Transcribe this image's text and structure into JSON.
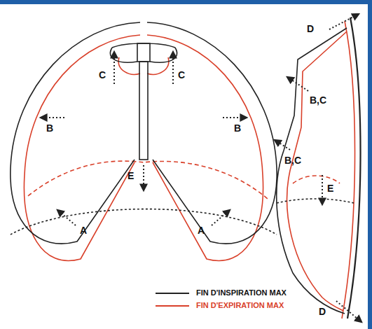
{
  "diagram": {
    "labels": [
      "D",
      "C",
      "C",
      "B,C",
      "B",
      "B",
      "B,C",
      "E",
      "E",
      "A",
      "A",
      "D"
    ],
    "legend": [
      {
        "text": "FIN D'INSPIRATION MAX"
      },
      {
        "text": "FIN D'EXPIRATION MAX"
      }
    ]
  }
}
